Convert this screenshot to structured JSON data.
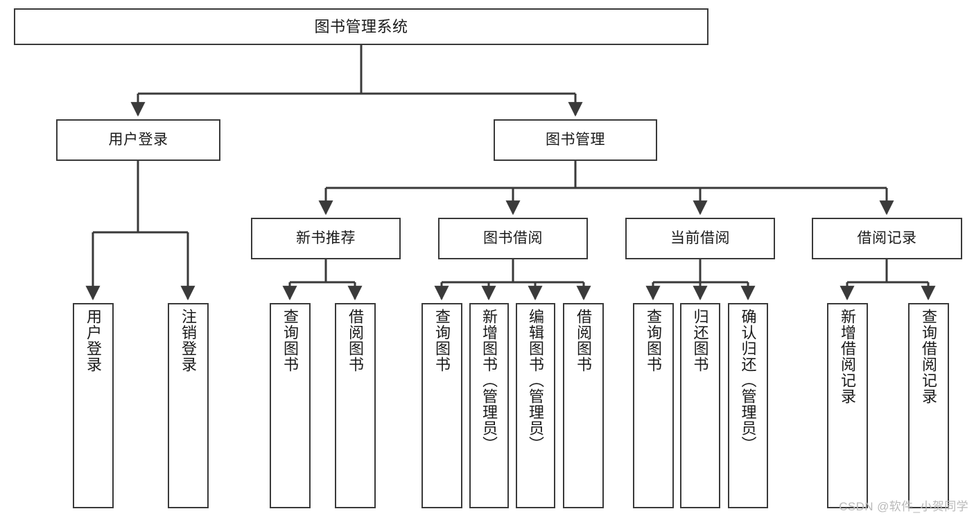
{
  "diagram": {
    "title": "图书管理系统",
    "watermark": "CSDN @软件_小贺同学",
    "stroke_color": "#3a3a3a",
    "background_color": "#ffffff",
    "text_color": "#1a1a1a",
    "watermark_color": "#b9b9b9",
    "levels": {
      "root": [
        "图书管理系统"
      ],
      "level1": [
        "用户登录",
        "图书管理"
      ],
      "level2": [
        "新书推荐",
        "图书借阅",
        "当前借阅",
        "借阅记录"
      ],
      "leaves": [
        "用户登录",
        "注销登录",
        "查询图书",
        "借阅图书",
        "查询图书",
        "新增图书（管理员）",
        "编辑图书（管理员）",
        "借阅图书",
        "查询图书",
        "归还图书",
        "确认归还（管理员）",
        "新增借阅记录",
        "查询借阅记录"
      ]
    },
    "nodes": {
      "root": {
        "label": "图书管理系统"
      },
      "user_login": {
        "label": "用户登录"
      },
      "book_manage": {
        "label": "图书管理"
      },
      "new_book_rec": {
        "label": "新书推荐"
      },
      "book_borrow": {
        "label": "图书借阅"
      },
      "current_borrow": {
        "label": "当前借阅"
      },
      "borrow_record": {
        "label": "借阅记录"
      },
      "leaf_user_login": {
        "label": "用户登录"
      },
      "leaf_logout": {
        "label": "注销登录"
      },
      "leaf_query_book_1": {
        "label": "查询图书"
      },
      "leaf_borrow_book_1": {
        "label": "借阅图书"
      },
      "leaf_query_book_2": {
        "label": "查询图书"
      },
      "leaf_add_book": {
        "label": "新增图书（管理员）"
      },
      "leaf_edit_book": {
        "label": "编辑图书（管理员）"
      },
      "leaf_borrow_book_2": {
        "label": "借阅图书"
      },
      "leaf_query_book_3": {
        "label": "查询图书"
      },
      "leaf_return_book": {
        "label": "归还图书"
      },
      "leaf_confirm_return": {
        "label": "确认归还（管理员）"
      },
      "leaf_add_record": {
        "label": "新增借阅记录"
      },
      "leaf_query_record": {
        "label": "查询借阅记录"
      }
    }
  }
}
